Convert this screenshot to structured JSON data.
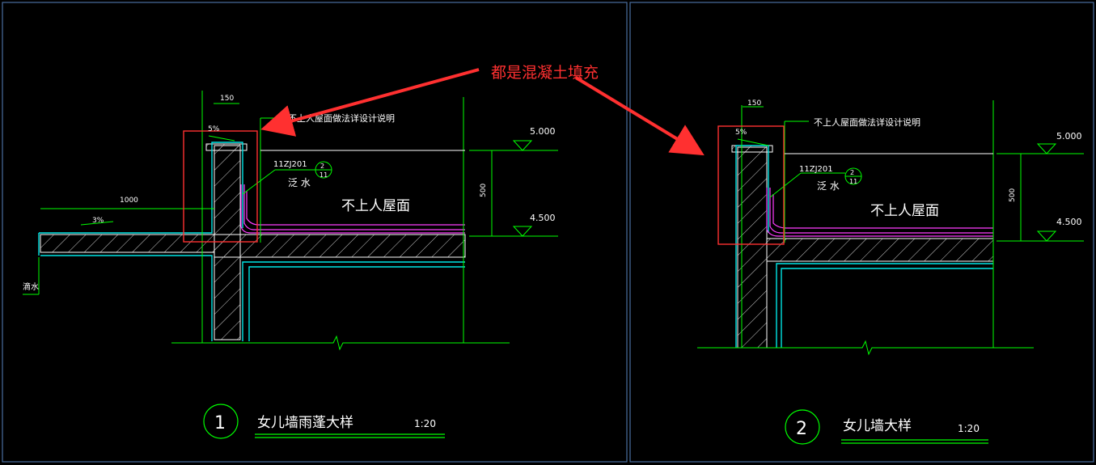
{
  "annotation": {
    "text": "都是混凝土填充",
    "color": "#ff3030"
  },
  "colors": {
    "background": "#000000",
    "frame": "#4a6fa0",
    "line_green": "#00ff00",
    "line_cyan": "#00e5e5",
    "line_white": "#ffffff",
    "membrane": "#ff3cff",
    "highlight": "#ff3030"
  },
  "detail1": {
    "dim_width": "150",
    "slope_top": "5%",
    "note": "不上人屋面做法详设计说明",
    "ref_code": "11ZJ201",
    "ref_bubble_top": "2",
    "ref_bubble_bottom": "11",
    "ref_label": "泛 水",
    "roof_label": "不上人屋面",
    "elev_top": "5.000",
    "elev_bottom": "4.500",
    "dim_height": "500",
    "canopy_dim": "1000",
    "canopy_slope": "3%",
    "drip_label": "滴水",
    "title_number": "1",
    "title": "女儿墙雨蓬大样",
    "scale": "1:20"
  },
  "detail2": {
    "dim_width": "150",
    "slope_top": "5%",
    "note": "不上人屋面做法详设计说明",
    "ref_code": "11ZJ201",
    "ref_bubble_top": "2",
    "ref_bubble_bottom": "11",
    "ref_label": "泛 水",
    "roof_label": "不上人屋面",
    "elev_top": "5.000",
    "elev_bottom": "4.500",
    "dim_height": "500",
    "title_number": "2",
    "title": "女儿墙大样",
    "scale": "1:20"
  }
}
